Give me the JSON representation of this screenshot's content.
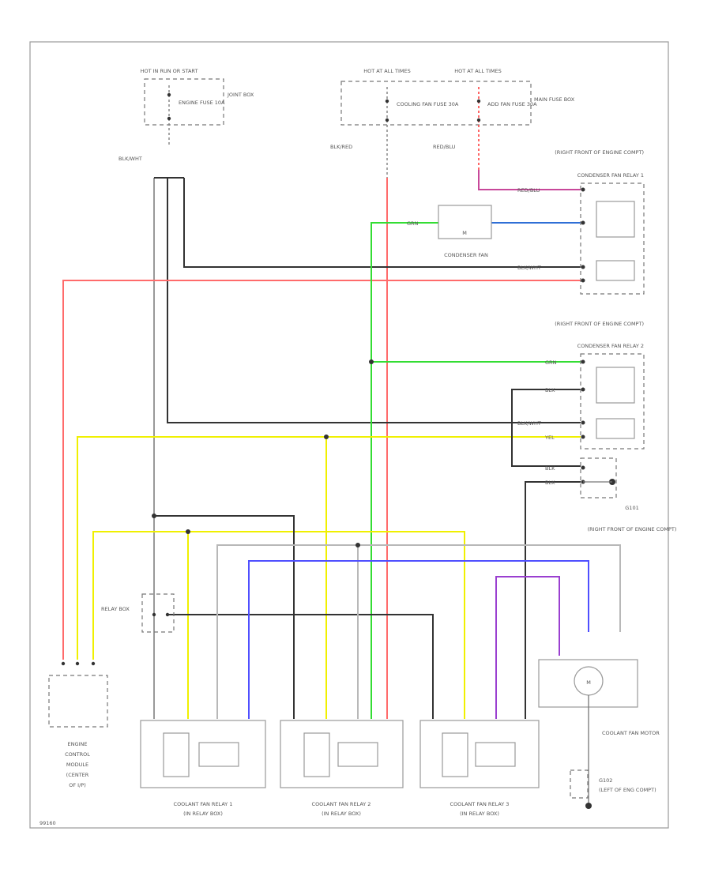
{
  "power": {
    "hot_run": "HOT IN RUN OR START",
    "hot_always_1": "HOT AT ALL TIMES",
    "hot_always_2": "HOT AT ALL TIMES",
    "joint_box": "JOINT BOX",
    "main_fuse_box": "MAIN FUSE BOX",
    "engine_fuse": "ENGINE FUSE 10A",
    "cooling_fan_fuse": "COOLING FAN FUSE 30A",
    "add_fan_fuse": "ADD FAN FUSE 30A"
  },
  "wires": {
    "blk_wht": "BLK/WHT",
    "blk_red": "BLK/RED",
    "red_blu": "RED/BLU",
    "grn": "GRN",
    "blk": "BLK",
    "yel": "YEL"
  },
  "components": {
    "right_front_1": "(RIGHT FRONT OF ENGINE COMPT)",
    "condenser_relay_1": "CONDENSER FAN RELAY 1",
    "condenser_fan": "CONDENSER FAN",
    "motor_m": "M",
    "right_front_2": "(RIGHT FRONT OF ENGINE COMPT)",
    "condenser_relay_2": "CONDENSER FAN RELAY 2",
    "ground_g101": "G101",
    "right_front_3": "(RIGHT FRONT OF ENGINE COMPT)",
    "relay_box": "RELAY BOX",
    "ecm_line1": "ENGINE",
    "ecm_line2": "CONTROL",
    "ecm_line3": "MODULE",
    "ecm_line4": "(CENTER",
    "ecm_line5": "OF I/P)",
    "coolant_fan_motor": "COOLANT FAN MOTOR",
    "ground_g102": "G102",
    "ground_loc": "(LEFT OF ENG COMPT)",
    "relay1_name": "COOLANT FAN RELAY 1",
    "relay1_loc": "(IN RELAY BOX)",
    "relay2_name": "COOLANT FAN RELAY 2",
    "relay2_loc": "(IN RELAY BOX)",
    "relay3_name": "COOLANT FAN RELAY 3",
    "relay3_loc": "(IN RELAY BOX)"
  },
  "footer": {
    "code": "99160"
  },
  "colors": {
    "red": "#ff6b6b",
    "green": "#33dd33",
    "yellow": "#f0f000",
    "blue": "#4f4fff",
    "purple": "#9a3fd0",
    "black": "#333333",
    "white_wire": "#b8b8b8"
  }
}
